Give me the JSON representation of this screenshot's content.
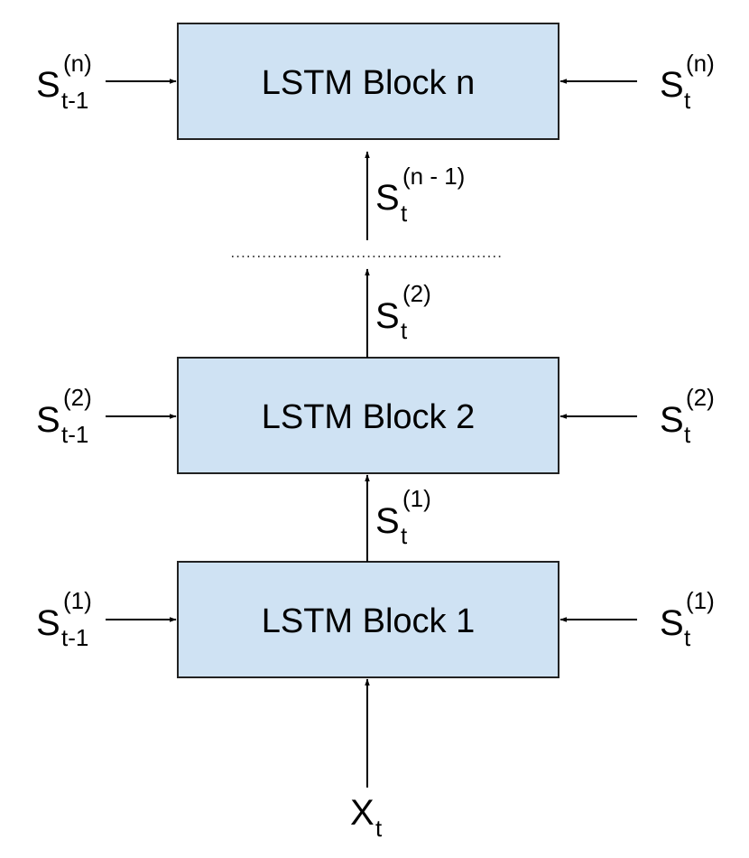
{
  "blocks": {
    "n": {
      "label": "LSTM Block n"
    },
    "b2": {
      "label": "LSTM Block 2"
    },
    "b1": {
      "label": "LSTM Block 1"
    }
  },
  "symbols": {
    "in_n": {
      "base": "S",
      "sup": "(n)",
      "sub": "t-1"
    },
    "out_n": {
      "base": "S",
      "sup": "(n)",
      "sub": "t"
    },
    "up_n1": {
      "base": "S",
      "sup": "(n - 1)",
      "sub": "t"
    },
    "up_2": {
      "base": "S",
      "sup": "(2)",
      "sub": "t"
    },
    "in_2": {
      "base": "S",
      "sup": "(2)",
      "sub": "t-1"
    },
    "out_2": {
      "base": "S",
      "sup": "(2)",
      "sub": "t"
    },
    "up_1": {
      "base": "S",
      "sup": "(1)",
      "sub": "t"
    },
    "in_1": {
      "base": "S",
      "sup": "(1)",
      "sub": "t-1"
    },
    "out_1": {
      "base": "S",
      "sup": "(1)",
      "sub": "t"
    },
    "x": {
      "base": "X",
      "sub": "t"
    }
  },
  "colors": {
    "block_fill": "#cfe2f3",
    "block_stroke": "#222222",
    "line": "#000000"
  }
}
